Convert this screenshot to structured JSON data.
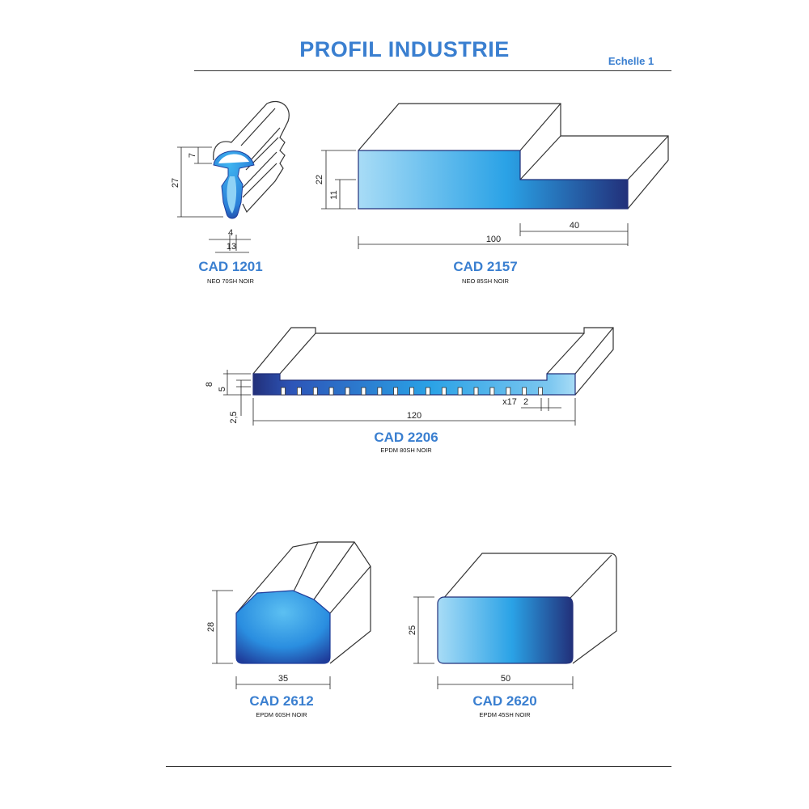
{
  "header": {
    "title": "PROFIL INDUSTRIE",
    "scale": "Echelle 1"
  },
  "colors": {
    "title_blue": "#3a7fd0",
    "fill_light": "#a8dcf6",
    "fill_mid": "#2aa2e6",
    "fill_dark": "#22307a"
  },
  "profiles": [
    {
      "code": "CAD 1201",
      "material": "NEO 70SH NOIR",
      "dims": {
        "height": "27",
        "head": "7",
        "stem": "4",
        "width": "13"
      }
    },
    {
      "code": "CAD 2157",
      "material": "NEO 85SH NOIR",
      "dims": {
        "height": "22",
        "step": "11",
        "length": "100",
        "step_length": "40"
      }
    },
    {
      "code": "CAD 2206",
      "material": "EPDM 80SH NOIR",
      "dims": {
        "height": "8",
        "mid": "5",
        "base": "2,5",
        "length": "120",
        "slots": "x17",
        "slot_width": "2"
      }
    },
    {
      "code": "CAD 2612",
      "material": "EPDM 60SH NOIR",
      "dims": {
        "height": "28",
        "width": "35"
      }
    },
    {
      "code": "CAD 2620",
      "material": "EPDM 45SH NOIR",
      "dims": {
        "height": "25",
        "width": "50"
      }
    }
  ]
}
